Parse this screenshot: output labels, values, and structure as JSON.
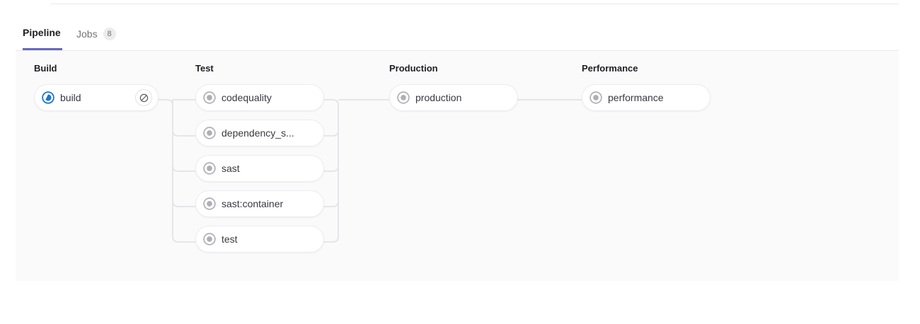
{
  "tabs": [
    {
      "id": "pipeline",
      "label": "Pipeline",
      "active": true
    },
    {
      "id": "jobs",
      "label": "Jobs",
      "badge": "8",
      "active": false
    }
  ],
  "colors": {
    "accent": "#6666c4",
    "panel_background": "#fafafa",
    "node_border": "#ededf0",
    "connector": "#e6e6e9",
    "status_running": "#1f75cb",
    "status_created": "#b0aeb5",
    "text_primary": "#1f1e24",
    "text_muted": "#737278"
  },
  "pipeline": {
    "stages": [
      {
        "name": "Build",
        "jobs": [
          {
            "name": "build",
            "status": "running",
            "status_icon": "status-running-icon",
            "action": "cancel",
            "action_icon": "cancel-icon"
          }
        ]
      },
      {
        "name": "Test",
        "jobs": [
          {
            "name": "codequality",
            "status": "created",
            "status_icon": "status-created-icon"
          },
          {
            "name": "dependency_s...",
            "status": "created",
            "status_icon": "status-created-icon"
          },
          {
            "name": "sast",
            "status": "created",
            "status_icon": "status-created-icon"
          },
          {
            "name": "sast:container",
            "status": "created",
            "status_icon": "status-created-icon"
          },
          {
            "name": "test",
            "status": "created",
            "status_icon": "status-created-icon"
          }
        ]
      },
      {
        "name": "Production",
        "jobs": [
          {
            "name": "production",
            "status": "created",
            "status_icon": "status-created-icon"
          }
        ]
      },
      {
        "name": "Performance",
        "jobs": [
          {
            "name": "performance",
            "status": "created",
            "status_icon": "status-created-icon"
          }
        ]
      }
    ]
  }
}
